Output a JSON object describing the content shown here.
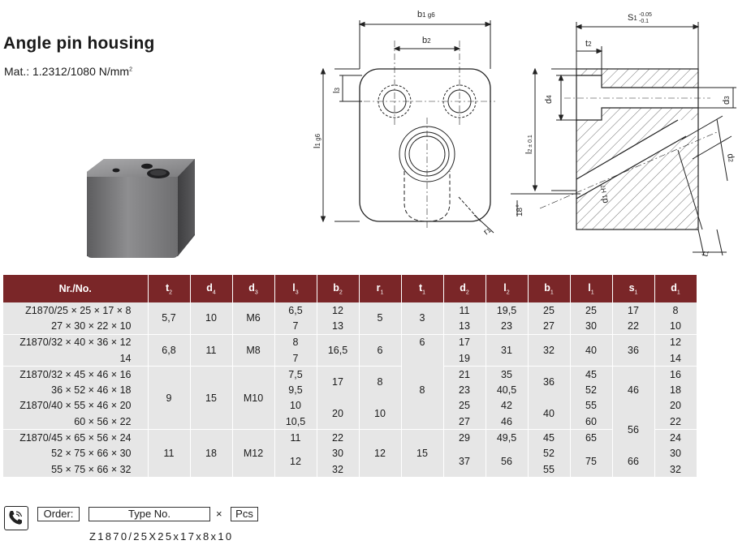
{
  "header": {
    "title": "Angle pin housing",
    "material_prefix": "Mat.: 1.2312/1080 N/mm",
    "material_sup": "2"
  },
  "drawing": {
    "front": {
      "b1": "b",
      "b1_sub": "1 g6",
      "b2": "b",
      "b2_sub": "2",
      "l1": "l",
      "l1_sub": "1 g6",
      "l3": "l",
      "l3_sub": "3",
      "r1": "r",
      "r1_sub": "1"
    },
    "side": {
      "s1": "S",
      "s1_sub": "1",
      "s1_tol_top": "-0.05",
      "s1_tol_bottom": "-0.1",
      "t2": "t",
      "t2_sub": "2",
      "d4": "d",
      "d4_sub": "4",
      "d3": "d",
      "d3_sub": "3",
      "l2": "l",
      "l2_sub": "2 ± 0.1",
      "d2": "d",
      "d2_sub": "2",
      "d1": "d",
      "d1_sub": "1 H7",
      "t1": "t",
      "t1_sub": "1",
      "angle": "18°"
    }
  },
  "table": {
    "headers": [
      {
        "main": "Nr./No.",
        "sub": ""
      },
      {
        "main": "t",
        "sub": "2"
      },
      {
        "main": "d",
        "sub": "4"
      },
      {
        "main": "d",
        "sub": "3"
      },
      {
        "main": "l",
        "sub": "3"
      },
      {
        "main": "b",
        "sub": "2"
      },
      {
        "main": "r",
        "sub": "1"
      },
      {
        "main": "t",
        "sub": "1"
      },
      {
        "main": "d",
        "sub": "2"
      },
      {
        "main": "l",
        "sub": "2"
      },
      {
        "main": "b",
        "sub": "1"
      },
      {
        "main": "l",
        "sub": "1"
      },
      {
        "main": "s",
        "sub": "1"
      },
      {
        "main": "d",
        "sub": "1"
      }
    ],
    "nr": [
      "Z1870/25 × 25 × 17 × 8",
      "27 × 30 × 22 × 10",
      "Z1870/32 × 40 × 36 × 12",
      "14",
      "Z1870/32 × 45 × 46 × 16",
      "36 × 52 × 46 × 18",
      "Z1870/40 × 55 × 46 × 20",
      "60 × 56 × 22",
      "Z1870/45 × 65 × 56 × 24",
      "52 × 75 × 66 × 30",
      "55 × 75 × 66 × 32"
    ],
    "t2": [
      "5,7",
      "6,8",
      "9",
      "11"
    ],
    "d4": [
      "10",
      "11",
      "15",
      "18"
    ],
    "d3": [
      "M6",
      "M8",
      "M10",
      "M12"
    ],
    "l3": [
      "6,5",
      "7",
      "8",
      "7",
      "7,5",
      "9,5",
      "10",
      "10,5",
      "11",
      "12"
    ],
    "b2": [
      "12",
      "13",
      "16,5",
      "17",
      "20",
      "22",
      "30",
      "32"
    ],
    "r1": [
      "5",
      "6",
      "8",
      "10",
      "12"
    ],
    "t1": [
      "3",
      "6",
      "8",
      "15"
    ],
    "d2": [
      "11",
      "13",
      "17",
      "19",
      "21",
      "23",
      "25",
      "27",
      "29",
      "37"
    ],
    "l2": [
      "19,5",
      "23",
      "31",
      "35",
      "40,5",
      "42",
      "46",
      "49,5",
      "56"
    ],
    "b1": [
      "25",
      "27",
      "32",
      "36",
      "40",
      "45",
      "52",
      "55"
    ],
    "l1": [
      "25",
      "30",
      "40",
      "45",
      "52",
      "55",
      "60",
      "65",
      "75"
    ],
    "s1": [
      "17",
      "22",
      "36",
      "46",
      "56",
      "66"
    ],
    "d1": [
      "8",
      "10",
      "12",
      "14",
      "16",
      "18",
      "20",
      "22",
      "24",
      "30",
      "32"
    ]
  },
  "order": {
    "icon": "phone-icon",
    "label": "Order:",
    "type_box": "Type No.",
    "times": "×",
    "pcs": "Pcs",
    "example": "Z1870/25X25x17x8x10"
  }
}
